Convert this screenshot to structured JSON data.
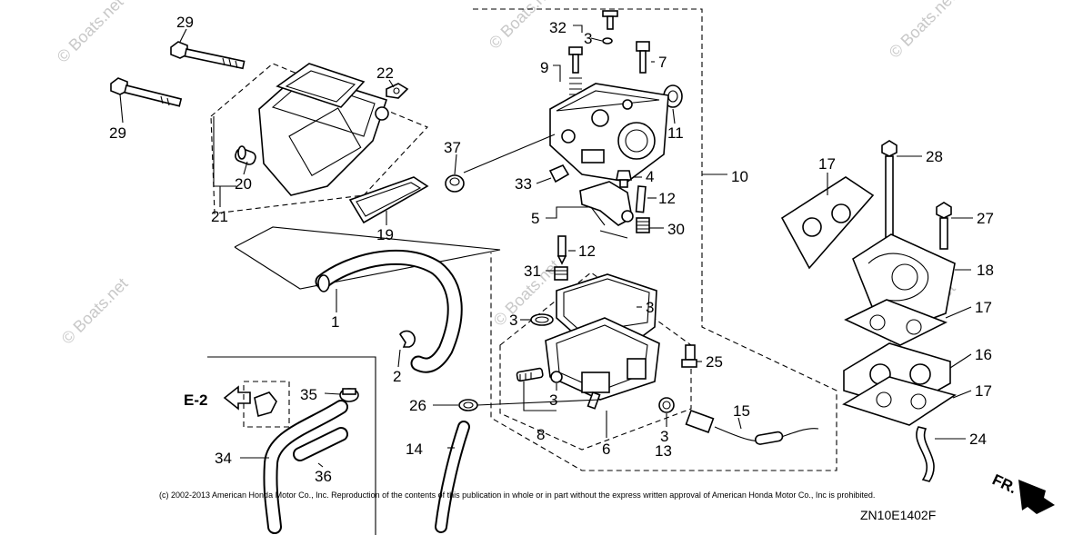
{
  "callouts": [
    {
      "id": "c29a",
      "text": "29"
    },
    {
      "id": "c29b",
      "text": "29"
    },
    {
      "id": "c22",
      "text": "22"
    },
    {
      "id": "c20",
      "text": "20"
    },
    {
      "id": "c21",
      "text": "21"
    },
    {
      "id": "c19",
      "text": "19"
    },
    {
      "id": "c1",
      "text": "1"
    },
    {
      "id": "c2",
      "text": "2"
    },
    {
      "id": "c32",
      "text": "32"
    },
    {
      "id": "c3a",
      "text": "3"
    },
    {
      "id": "c9",
      "text": "9"
    },
    {
      "id": "c7",
      "text": "7"
    },
    {
      "id": "c11",
      "text": "11"
    },
    {
      "id": "c37",
      "text": "37"
    },
    {
      "id": "c33",
      "text": "33"
    },
    {
      "id": "c4",
      "text": "4"
    },
    {
      "id": "c10",
      "text": "10"
    },
    {
      "id": "c12a",
      "text": "12"
    },
    {
      "id": "c5",
      "text": "5"
    },
    {
      "id": "c30",
      "text": "30"
    },
    {
      "id": "c12b",
      "text": "12"
    },
    {
      "id": "c31",
      "text": "31"
    },
    {
      "id": "c3b",
      "text": "3"
    },
    {
      "id": "c3c",
      "text": "3"
    },
    {
      "id": "c25",
      "text": "25"
    },
    {
      "id": "c26",
      "text": "26"
    },
    {
      "id": "c3d",
      "text": "3"
    },
    {
      "id": "c8",
      "text": "8"
    },
    {
      "id": "c6",
      "text": "6"
    },
    {
      "id": "c3e",
      "text": "3"
    },
    {
      "id": "c13",
      "text": "13"
    },
    {
      "id": "c15",
      "text": "15"
    },
    {
      "id": "c14",
      "text": "14"
    },
    {
      "id": "c35",
      "text": "35"
    },
    {
      "id": "c34",
      "text": "34"
    },
    {
      "id": "c36",
      "text": "36"
    },
    {
      "id": "c17a",
      "text": "17"
    },
    {
      "id": "c28",
      "text": "28"
    },
    {
      "id": "c27",
      "text": "27"
    },
    {
      "id": "c18",
      "text": "18"
    },
    {
      "id": "c17b",
      "text": "17"
    },
    {
      "id": "c16",
      "text": "16"
    },
    {
      "id": "c17c",
      "text": "17"
    },
    {
      "id": "c24",
      "text": "24"
    }
  ],
  "reference_label": "E-2",
  "direction_label": "FR.",
  "diagram_code": "ZN10E1402F",
  "copyright": "(c) 2002-2013 American Honda Motor Co., Inc. Reproduction of the contents of this publication in whole or in part without the express written approval of American Honda Motor Co., Inc is prohibited.",
  "watermark": "© Boats.net"
}
